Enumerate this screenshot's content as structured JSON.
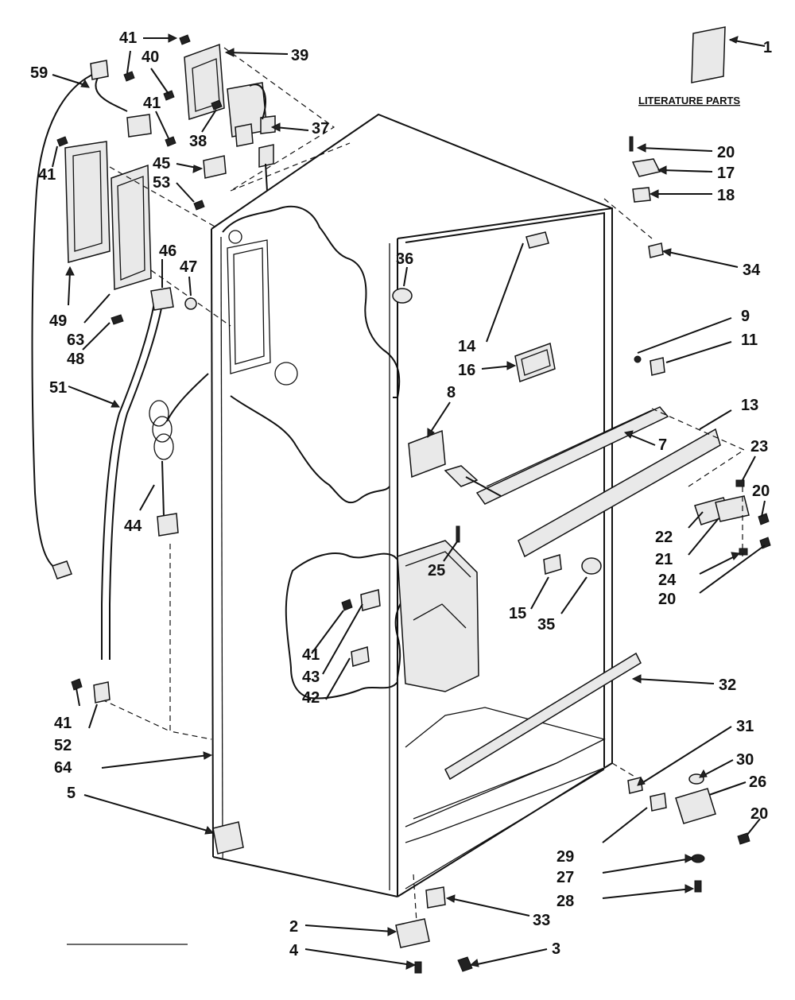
{
  "literature_caption": "LITERATURE PARTS",
  "labels": {
    "p1": "1",
    "p2": "2",
    "p3": "3",
    "p4": "4",
    "p5": "5",
    "p7": "7",
    "p8": "8",
    "p9": "9",
    "p11": "11",
    "p13": "13",
    "p14": "14",
    "p15": "15",
    "p16": "16",
    "p17": "17",
    "p18": "18",
    "p20": "20",
    "p21": "21",
    "p22": "22",
    "p23": "23",
    "p24": "24",
    "p25": "25",
    "p26": "26",
    "p27": "27",
    "p28": "28",
    "p29": "29",
    "p30": "30",
    "p31": "31",
    "p32": "32",
    "p33": "33",
    "p34": "34",
    "p35": "35",
    "p36": "36",
    "p37": "37",
    "p38": "38",
    "p39": "39",
    "p40": "40",
    "p41": "41",
    "p42": "42",
    "p43": "43",
    "p44": "44",
    "p45": "45",
    "p46": "46",
    "p47": "47",
    "p48": "48",
    "p49": "49",
    "p51": "51",
    "p52": "52",
    "p53": "53",
    "p59": "59",
    "p63": "63",
    "p64": "64"
  }
}
